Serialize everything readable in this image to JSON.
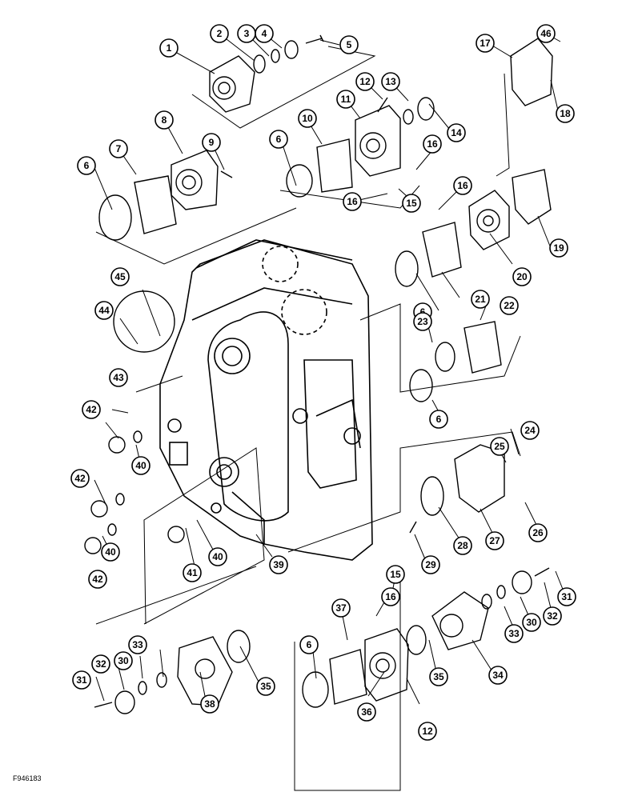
{
  "figure_code": "F946183",
  "callouts": [
    {
      "id": "c1",
      "label": "1"
    },
    {
      "id": "c2",
      "label": "2"
    },
    {
      "id": "c3",
      "label": "3"
    },
    {
      "id": "c4",
      "label": "4"
    },
    {
      "id": "c5",
      "label": "5"
    },
    {
      "id": "c6a",
      "label": "6"
    },
    {
      "id": "c6b",
      "label": "6"
    },
    {
      "id": "c6c",
      "label": "6"
    },
    {
      "id": "c6d",
      "label": "6"
    },
    {
      "id": "c6e",
      "label": "6"
    },
    {
      "id": "c7",
      "label": "7"
    },
    {
      "id": "c8",
      "label": "8"
    },
    {
      "id": "c9",
      "label": "9"
    },
    {
      "id": "c10",
      "label": "10"
    },
    {
      "id": "c11",
      "label": "11"
    },
    {
      "id": "c12a",
      "label": "12"
    },
    {
      "id": "c12b",
      "label": "12"
    },
    {
      "id": "c13",
      "label": "13"
    },
    {
      "id": "c14",
      "label": "14"
    },
    {
      "id": "c15a",
      "label": "15"
    },
    {
      "id": "c15b",
      "label": "15"
    },
    {
      "id": "c16a",
      "label": "16"
    },
    {
      "id": "c16b",
      "label": "16"
    },
    {
      "id": "c16c",
      "label": "16"
    },
    {
      "id": "c16d",
      "label": "16"
    },
    {
      "id": "c17",
      "label": "17"
    },
    {
      "id": "c18",
      "label": "18"
    },
    {
      "id": "c19",
      "label": "19"
    },
    {
      "id": "c20",
      "label": "20"
    },
    {
      "id": "c21",
      "label": "21"
    },
    {
      "id": "c22",
      "label": "22"
    },
    {
      "id": "c23",
      "label": "23"
    },
    {
      "id": "c24",
      "label": "24"
    },
    {
      "id": "c25",
      "label": "25"
    },
    {
      "id": "c26",
      "label": "26"
    },
    {
      "id": "c27",
      "label": "27"
    },
    {
      "id": "c28",
      "label": "28"
    },
    {
      "id": "c29",
      "label": "29"
    },
    {
      "id": "c30a",
      "label": "30"
    },
    {
      "id": "c30b",
      "label": "30"
    },
    {
      "id": "c31a",
      "label": "31"
    },
    {
      "id": "c31b",
      "label": "31"
    },
    {
      "id": "c32a",
      "label": "32"
    },
    {
      "id": "c32b",
      "label": "32"
    },
    {
      "id": "c33a",
      "label": "33"
    },
    {
      "id": "c33b",
      "label": "33"
    },
    {
      "id": "c34",
      "label": "34"
    },
    {
      "id": "c35a",
      "label": "35"
    },
    {
      "id": "c35b",
      "label": "35"
    },
    {
      "id": "c36",
      "label": "36"
    },
    {
      "id": "c37",
      "label": "37"
    },
    {
      "id": "c38",
      "label": "38"
    },
    {
      "id": "c39",
      "label": "39"
    },
    {
      "id": "c40a",
      "label": "40"
    },
    {
      "id": "c40b",
      "label": "40"
    },
    {
      "id": "c40c",
      "label": "40"
    },
    {
      "id": "c41",
      "label": "41"
    },
    {
      "id": "c42a",
      "label": "42"
    },
    {
      "id": "c42b",
      "label": "42"
    },
    {
      "id": "c42c",
      "label": "42"
    },
    {
      "id": "c43",
      "label": "43"
    },
    {
      "id": "c44",
      "label": "44"
    },
    {
      "id": "c45",
      "label": "45"
    },
    {
      "id": "c46",
      "label": "46"
    }
  ]
}
